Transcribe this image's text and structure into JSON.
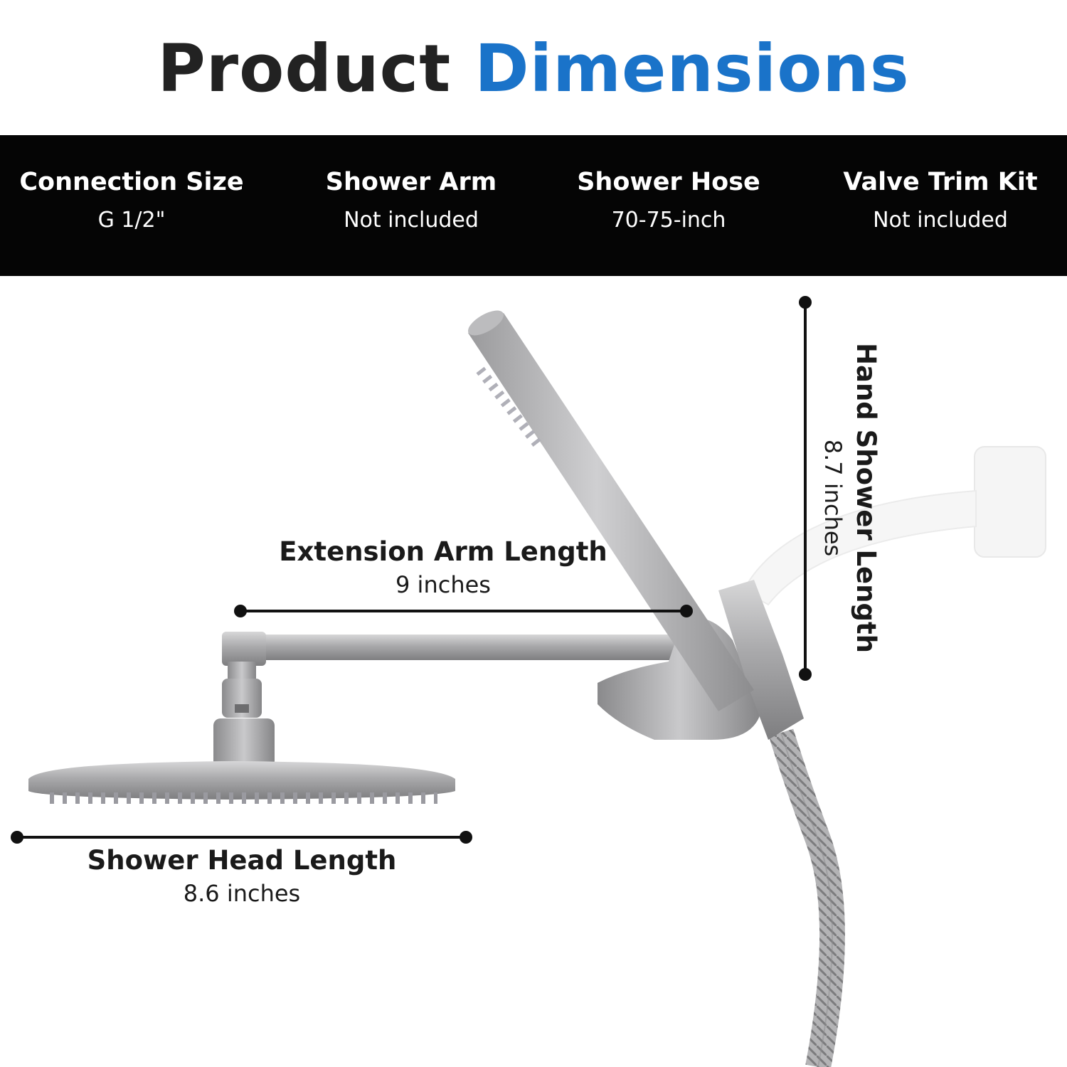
{
  "title": {
    "part1": "Product",
    "part2": "Dimensions"
  },
  "specs": [
    {
      "label": "Connection Size",
      "value": "G 1/2\""
    },
    {
      "label": "Shower Arm",
      "value": "Not included"
    },
    {
      "label": "Shower Hose",
      "value": "70-75-inch"
    },
    {
      "label": "Valve Trim Kit",
      "value": "Not included"
    }
  ],
  "dimensions": {
    "extension_arm": {
      "label": "Extension Arm Length",
      "value": "9 inches"
    },
    "shower_head": {
      "label": "Shower Head Length",
      "value": "8.6 inches"
    },
    "hand_shower": {
      "label": "Hand Shower Length",
      "value": "8.7 inches"
    }
  },
  "colors": {
    "accent": "#1a73c9",
    "banner": "#050505",
    "metal": "#a8a8aa"
  }
}
